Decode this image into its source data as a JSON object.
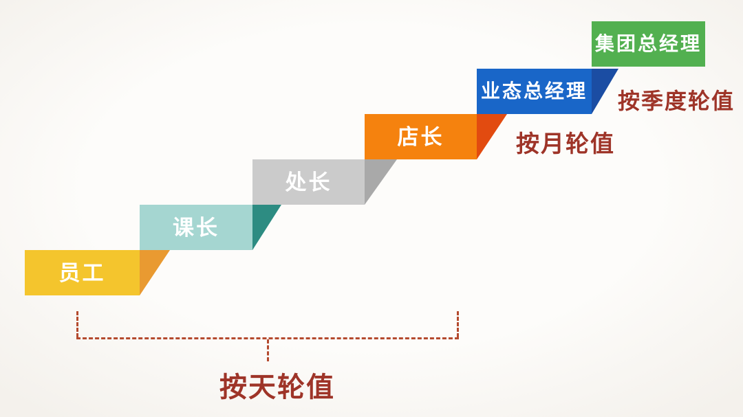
{
  "steps": [
    {
      "label": "员工",
      "color": "#f4c52d",
      "fold_color": "#e99a31",
      "rotation_group": "daily"
    },
    {
      "label": "课长",
      "color": "#a5d6d1",
      "fold_color": "#2d8c82",
      "rotation_group": "daily"
    },
    {
      "label": "处长",
      "color": "#cbcbcb",
      "fold_color": "#a9a9a9",
      "rotation_group": "daily"
    },
    {
      "label": "店长",
      "color": "#f5820e",
      "fold_color": "#e24b10",
      "rotation_group": "daily"
    },
    {
      "label": "业态总经理",
      "color": "#1966c8",
      "fold_color": "#1b4da3",
      "rotation_group": "monthly"
    },
    {
      "label": "集团总经理",
      "color": "#52b050",
      "fold_color": null,
      "rotation_group": "quarterly"
    }
  ],
  "annotations": {
    "daily": "按天轮值",
    "monthly": "按月轮值",
    "quarterly": "按季度轮值"
  },
  "colors": {
    "step_text": "#ffffff",
    "annotation_text": "#9e3428",
    "bracket": "#b44a2e"
  }
}
